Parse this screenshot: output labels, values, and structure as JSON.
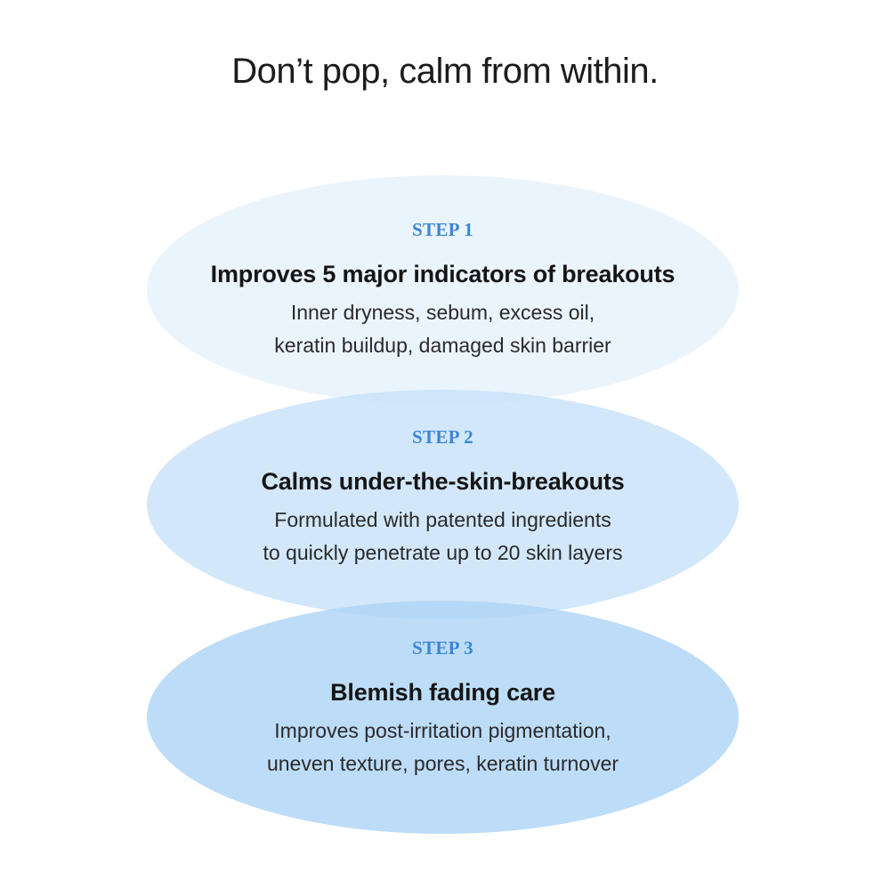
{
  "headline": "Don’t pop, calm from within.",
  "steps": [
    {
      "label": "STEP 1",
      "title": "Improves 5 major indicators of breakouts",
      "line1": "Inner dryness, sebum, excess oil,",
      "line2": "keratin buildup, damaged skin barrier"
    },
    {
      "label": "STEP 2",
      "title": "Calms under-the-skin-breakouts",
      "line1": "Formulated with patented ingredients",
      "line2": "to quickly penetrate up to 20 skin layers"
    },
    {
      "label": "STEP 3",
      "title": "Blemish fading care",
      "line1": "Improves post-irritation pigmentation,",
      "line2": "uneven texture, pores, keratin turnover"
    }
  ],
  "colors": {
    "step_label": "#3a86d6",
    "ellipse_1": "#eaf4fd",
    "ellipse_2": "#c5e0f9",
    "ellipse_3": "#afd4f5",
    "text": "#161616"
  }
}
